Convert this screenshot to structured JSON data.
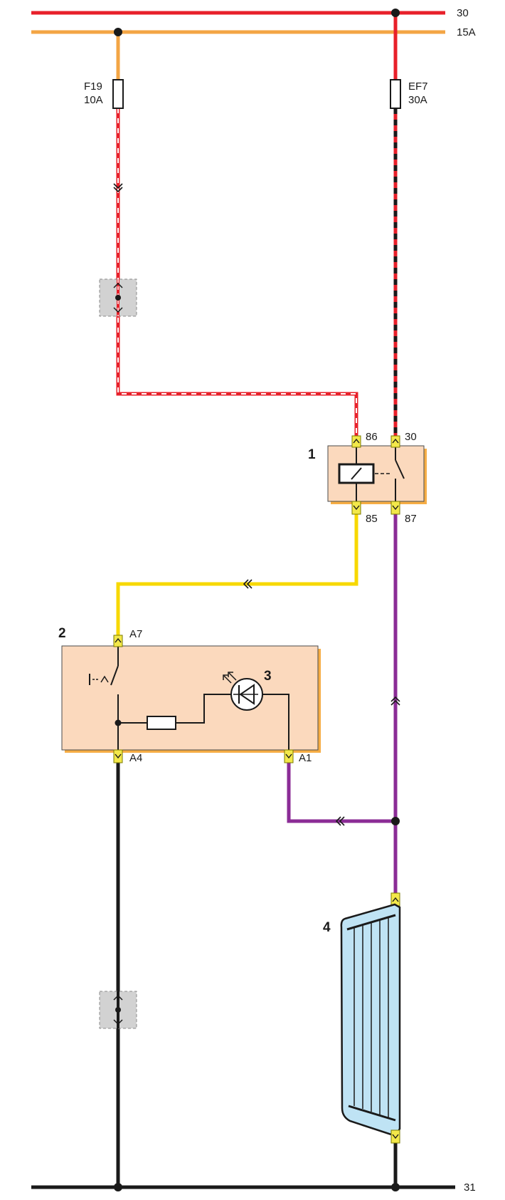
{
  "colors": {
    "red": "#e8202a",
    "orange": "#f3a545",
    "yellow": "#f7d800",
    "purple": "#8b2c96",
    "black": "#1a1a1a",
    "component_fill": "#fbd9bd",
    "component_shadow": "#f6ad45",
    "connector_yellow": "#f3e84a",
    "splice_gray": "#d2d2d2",
    "lamp_blue": "#bfe3f4"
  },
  "rails": {
    "top_battery": "30",
    "ignition": "15A",
    "ground": "31"
  },
  "fuses": [
    {
      "name": "F19",
      "rating": "10A"
    },
    {
      "name": "EF7",
      "rating": "30A"
    }
  ],
  "relay": {
    "number": "1",
    "pins": {
      "p86": "86",
      "p30": "30",
      "p85": "85",
      "p87": "87"
    }
  },
  "switch": {
    "number": "2",
    "pins": {
      "a7": "A7",
      "a4": "A4",
      "a1": "A1"
    }
  },
  "indicator_led": {
    "number": "3"
  },
  "fog_lamp": {
    "number": "4"
  }
}
